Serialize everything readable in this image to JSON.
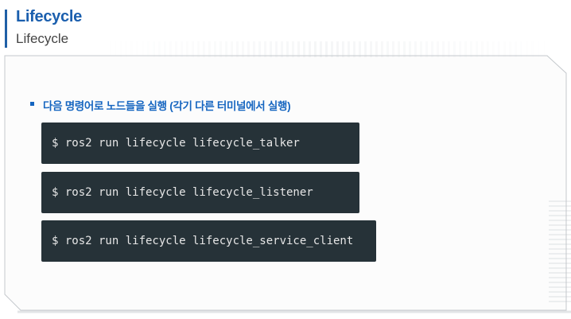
{
  "header": {
    "title": "Lifecycle",
    "subtitle": "Lifecycle"
  },
  "content": {
    "bullet": "다음 명령어로 노드들을 실행 (각기 다른 터미널에서 실행)",
    "commands": [
      "$ ros2 run lifecycle lifecycle_talker",
      "$ ros2 run lifecycle lifecycle_listener",
      "$ ros2 run lifecycle lifecycle_service_client"
    ]
  },
  "colors": {
    "accent": "#1565c0",
    "code_background": "#263238",
    "code_text": "#e6e6e6",
    "panel_background": "#fcfcfc"
  }
}
